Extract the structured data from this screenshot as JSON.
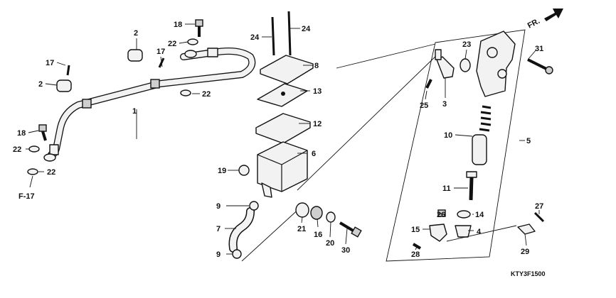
{
  "diagram": {
    "direction_label": "FR.",
    "reference_label": "F-17",
    "drawing_code": "KTY3F1500"
  },
  "callouts": [
    {
      "id": "c1",
      "label": "1"
    },
    {
      "id": "c2a",
      "label": "2"
    },
    {
      "id": "c2b",
      "label": "2"
    },
    {
      "id": "c3",
      "label": "3"
    },
    {
      "id": "c4",
      "label": "4"
    },
    {
      "id": "c5",
      "label": "5"
    },
    {
      "id": "c6",
      "label": "6"
    },
    {
      "id": "c7",
      "label": "7"
    },
    {
      "id": "c8",
      "label": "8"
    },
    {
      "id": "c9a",
      "label": "9"
    },
    {
      "id": "c9b",
      "label": "9"
    },
    {
      "id": "c10",
      "label": "10"
    },
    {
      "id": "c11",
      "label": "11"
    },
    {
      "id": "c12",
      "label": "12"
    },
    {
      "id": "c13",
      "label": "13"
    },
    {
      "id": "c14",
      "label": "14"
    },
    {
      "id": "c15",
      "label": "15"
    },
    {
      "id": "c16",
      "label": "16"
    },
    {
      "id": "c17a",
      "label": "17"
    },
    {
      "id": "c17b",
      "label": "17"
    },
    {
      "id": "c18a",
      "label": "18"
    },
    {
      "id": "c18b",
      "label": "18"
    },
    {
      "id": "c19",
      "label": "19"
    },
    {
      "id": "c20",
      "label": "20"
    },
    {
      "id": "c21",
      "label": "21"
    },
    {
      "id": "c22a",
      "label": "22"
    },
    {
      "id": "c22b",
      "label": "22"
    },
    {
      "id": "c22c",
      "label": "22"
    },
    {
      "id": "c22d",
      "label": "22"
    },
    {
      "id": "c23",
      "label": "23"
    },
    {
      "id": "c24a",
      "label": "24"
    },
    {
      "id": "c24b",
      "label": "24"
    },
    {
      "id": "c25",
      "label": "25"
    },
    {
      "id": "c26",
      "label": "26"
    },
    {
      "id": "c27",
      "label": "27"
    },
    {
      "id": "c28",
      "label": "28"
    },
    {
      "id": "c29",
      "label": "29"
    },
    {
      "id": "c30",
      "label": "30"
    },
    {
      "id": "c31",
      "label": "31"
    }
  ]
}
